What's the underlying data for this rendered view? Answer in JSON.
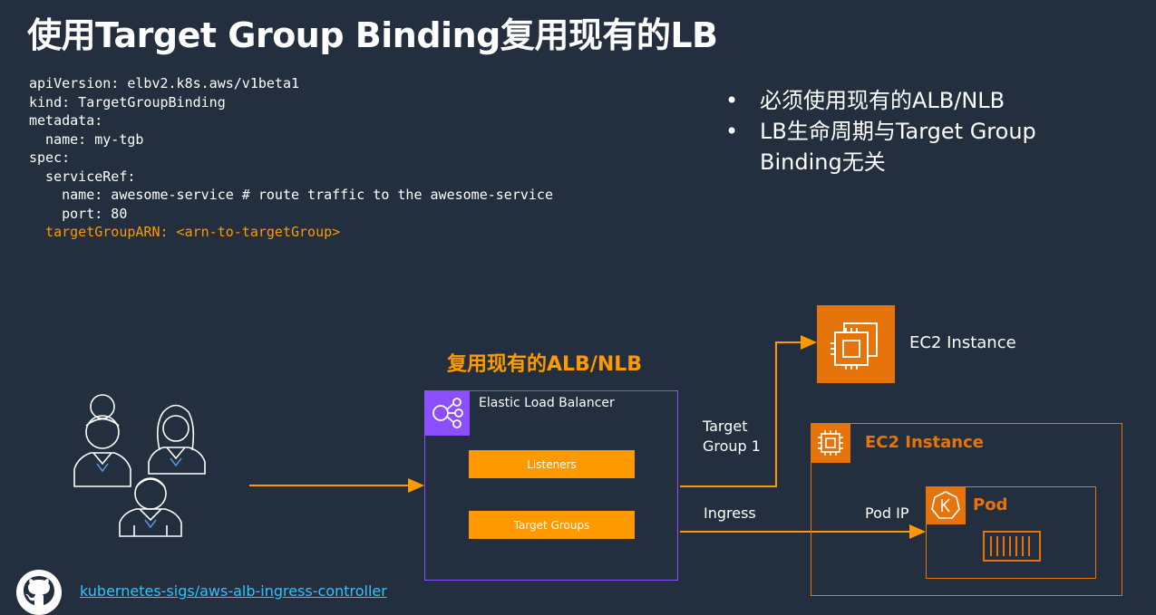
{
  "title": "使用Target Group Binding复用现有的LB",
  "code": {
    "lines": [
      "apiVersion: elbv2.k8s.aws/v1beta1",
      "kind: TargetGroupBinding",
      "metadata:",
      "  name: my-tgb",
      "spec:",
      "  serviceRef:",
      "    name: awesome-service # route traffic to the awesome-service",
      "    port: 80"
    ],
    "highlight_line": "  targetGroupARN: <arn-to-targetGroup>",
    "highlight_color": "#ff9900"
  },
  "bullets": [
    {
      "marker": "•",
      "text": "必须使用现有的ALB/NLB"
    },
    {
      "marker": "•",
      "text": "LB生命周期与Target Group Binding无关"
    }
  ],
  "diagram": {
    "alb_caption": "复用现有的ALB/NLB",
    "elb": {
      "label": "Elastic Load Balancer",
      "icon": "elb-icon",
      "listeners_label": "Listeners",
      "target_groups_label": "Target Groups"
    },
    "edge_target_group": "Target\nGroup 1",
    "edge_ingress": "Ingress",
    "edge_pod_ip": "Pod IP",
    "ec2_top": {
      "label": "EC2 Instance",
      "icon": "ec2-chip-icon"
    },
    "ec2_box": {
      "label": "EC2 Instance",
      "icon": "ec2-chip-icon"
    },
    "pod": {
      "label": "Pod",
      "icon": "kubernetes-icon",
      "container_icon": "container-icon"
    },
    "users_icon": "users-group-icon"
  },
  "footer": {
    "github_icon": "github-icon",
    "link_text": "kubernetes-sigs/aws-alb-ingress-controller"
  },
  "colors": {
    "background": "#232f3e",
    "orange": "#ff9900",
    "ec2_orange": "#e7740b",
    "elb_purple": "#8c4fff",
    "link": "#2ec4ff"
  }
}
